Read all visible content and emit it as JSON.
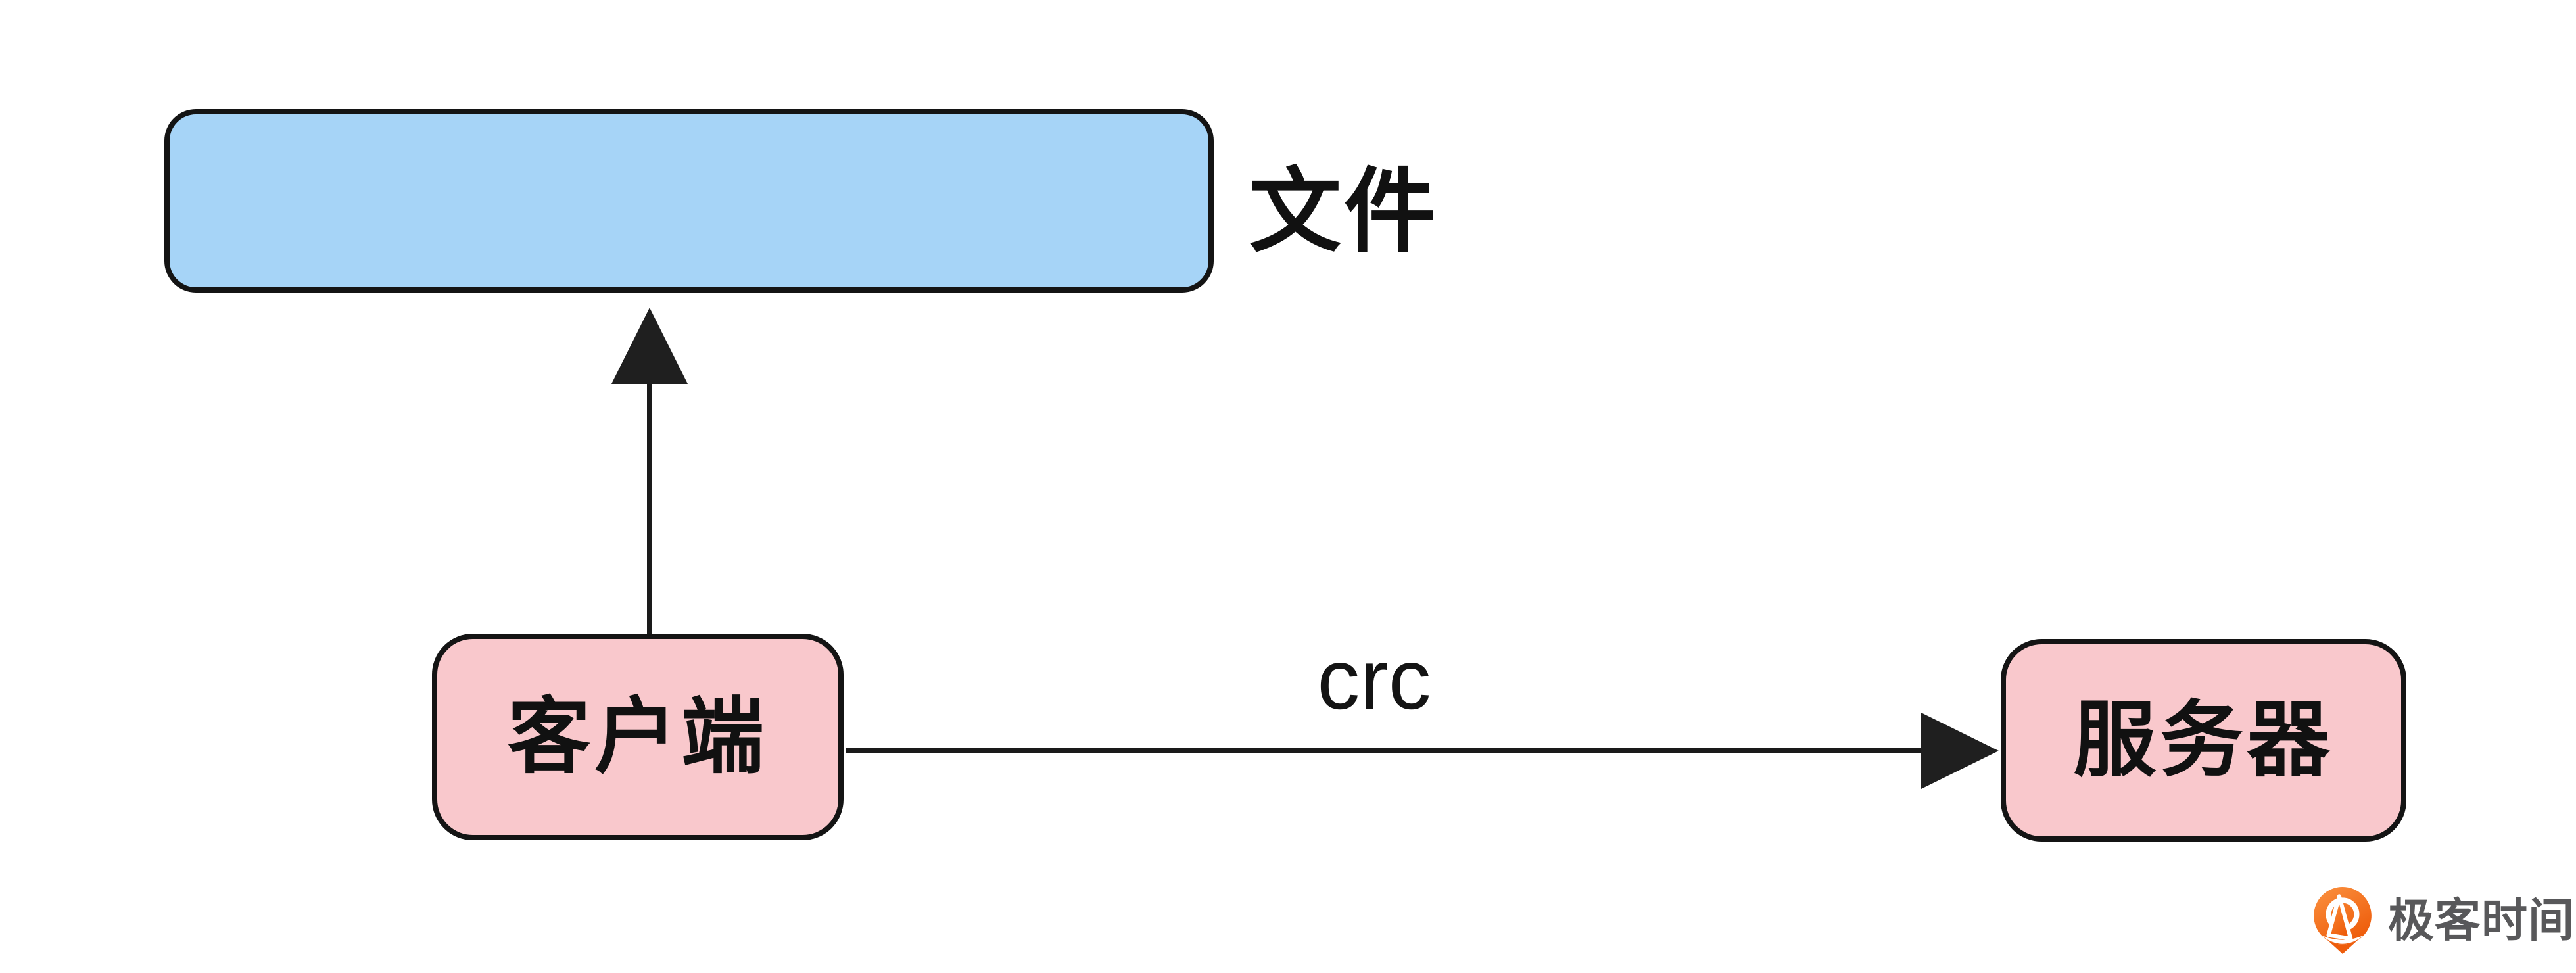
{
  "diagram": {
    "file_box": {
      "caption": "文件",
      "fill": "#A6D4F7",
      "border_color": "#141414"
    },
    "client_box": {
      "label": "客户端",
      "fill": "#F9C8CC",
      "border_color": "#141414"
    },
    "server_box": {
      "label": "服务器",
      "fill": "#F9C8CC",
      "border_color": "#141414"
    },
    "edge_client_to_file": {
      "label": "",
      "direction": "up"
    },
    "edge_client_to_server": {
      "label": "crc",
      "direction": "right"
    },
    "edge_stroke_color": "#1A1A1A"
  },
  "branding": {
    "logo_text": "极客时间",
    "logo_text_color": "#58585A",
    "logo_orange": "#F2660F"
  }
}
